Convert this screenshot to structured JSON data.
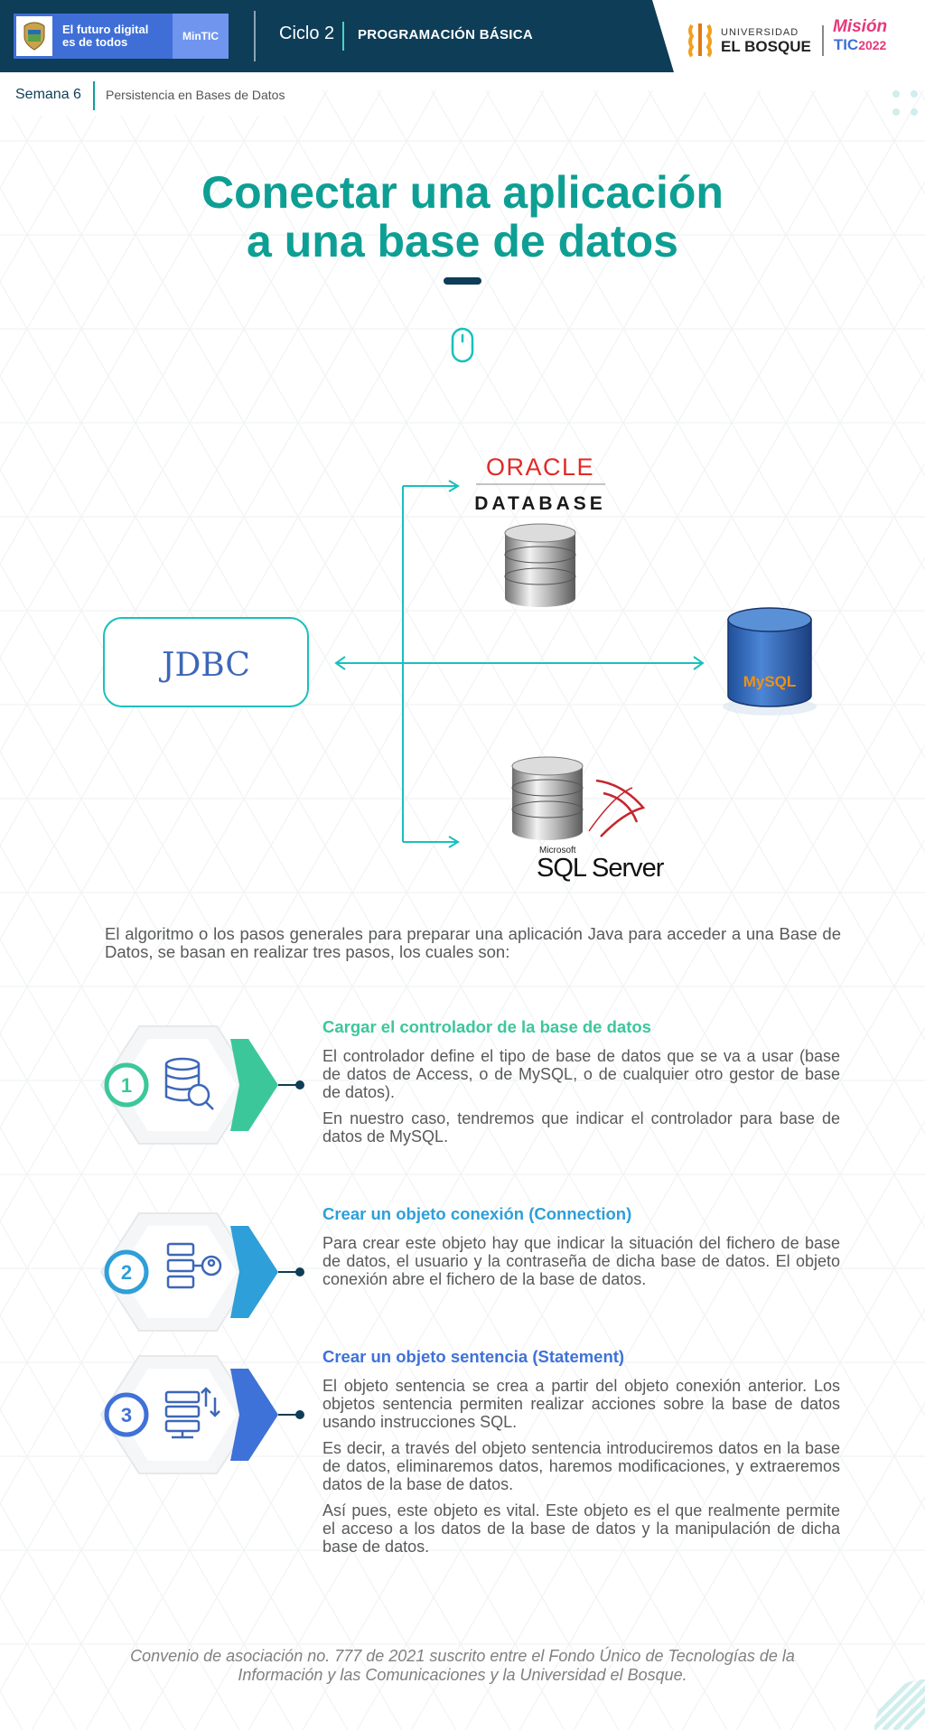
{
  "header": {
    "gov_line1": "El futuro digital",
    "gov_line2": "es de todos",
    "mintic": "MinTIC",
    "ciclo": "Ciclo 2",
    "programa": "PROGRAMACIÓN BÁSICA",
    "semana": "Semana 6",
    "tema": "Persistencia en Bases de Datos",
    "universidad_line1": "UNIVERSIDAD",
    "universidad_line2": "EL BOSQUE",
    "mision_line1": "Misión",
    "mision_line2_a": "TIC",
    "mision_line2_b": "2022"
  },
  "title": {
    "line1": "Conectar una aplicación",
    "line2": "a una base de datos"
  },
  "diagram": {
    "jdbc_label": "JDBC",
    "oracle_label": "ORACLE",
    "oracle_sub": "DATABASE",
    "mysql_label": "MySQL",
    "sqlserver_ms": "Microsoft",
    "sqlserver_label": "SQL Server"
  },
  "intro": "El algoritmo o los pasos generales para preparar una aplicación Java para acceder a una Base de Datos, se basan en realizar tres pasos, los cuales son:",
  "steps": [
    {
      "number": "1",
      "title": "Cargar el controlador de la base de datos",
      "color": "#3cc79b",
      "paragraphs": [
        "El controlador define el tipo de base de datos que se va a usar (base de datos de Access, o de MySQL, o de cualquier otro gestor de base de datos).",
        "En nuestro caso, tendremos que indicar el controlador para base de datos de MySQL."
      ]
    },
    {
      "number": "2",
      "title": "Crear un objeto conexión (Connection)",
      "color": "#2e9fd8",
      "paragraphs": [
        "Para crear este objeto hay que indicar la situación del fichero de base de datos, el usuario y la contraseña de dicha base de datos. El objeto conexión abre el fichero de la base de datos."
      ]
    },
    {
      "number": "3",
      "title": "Crear un objeto sentencia (Statement)",
      "color": "#3f72d8",
      "paragraphs": [
        "El objeto sentencia se crea a partir del objeto conexión anterior. Los objetos sentencia permiten realizar acciones sobre la base de datos usando instrucciones SQL.",
        "Es decir, a través del objeto sentencia introduciremos datos en la base de datos, eliminaremos datos, haremos modificaciones, y extraeremos datos de la base de datos.",
        "Así pues, este objeto es vital. Este objeto es el que realmente permite el acceso a los datos de la base de datos y la manipulación de dicha base de datos."
      ]
    }
  ],
  "footer": {
    "line1": "Convenio de asociación no. 777 de 2021 suscrito entre el Fondo Único de Tecnologías de la",
    "line2": "Información y las Comunicaciones y la Universidad el Bosque."
  }
}
